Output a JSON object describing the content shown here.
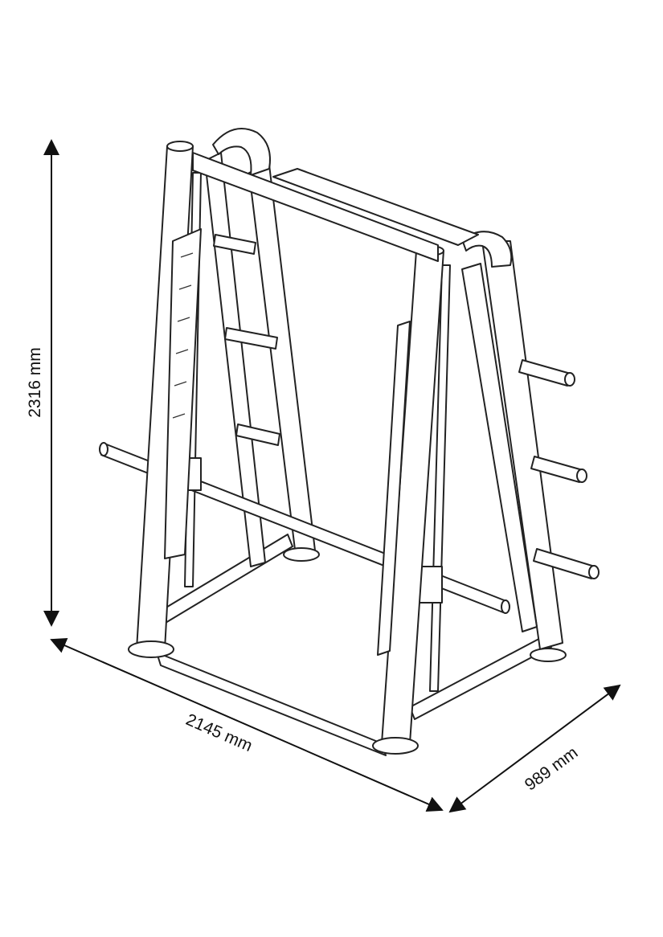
{
  "dimensions": {
    "height": "2316 mm",
    "width": "2145 mm",
    "depth": "989 mm"
  },
  "colors": {
    "line": "#222222",
    "background": "#ffffff"
  }
}
